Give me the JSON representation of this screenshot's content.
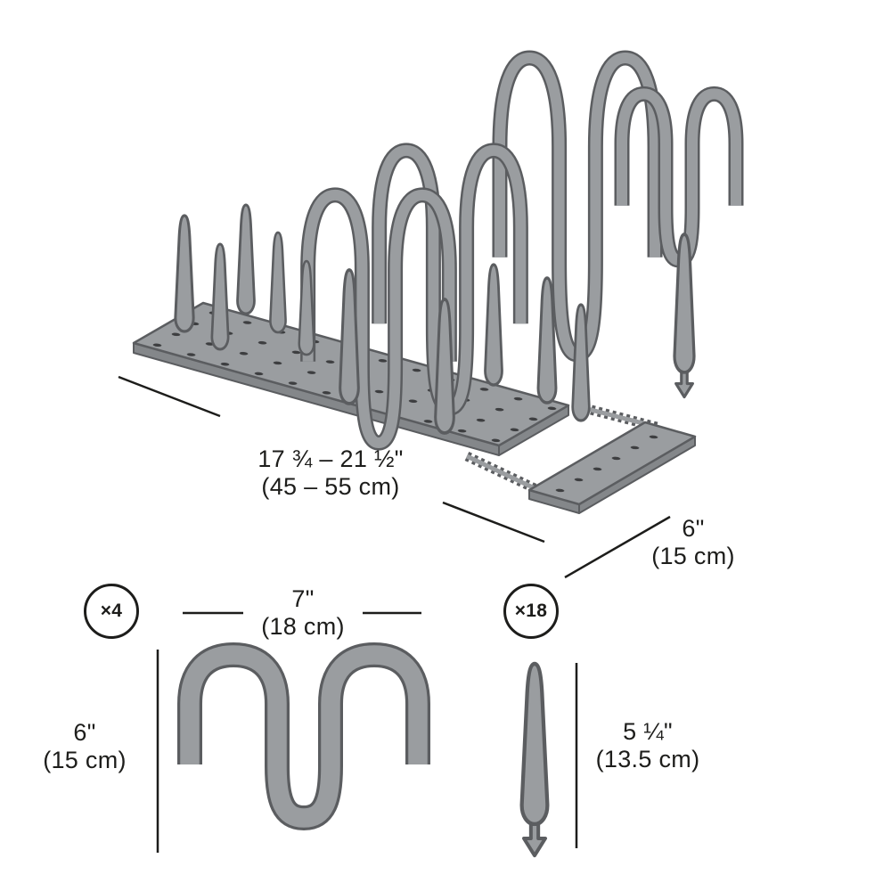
{
  "colors": {
    "background": "#ffffff",
    "text": "#1d1d1b",
    "part_fill": "#9a9da0",
    "part_stroke": "#5b5d60",
    "part_shadow": "#84878a",
    "hole": "#3d3e40"
  },
  "main_diagram": {
    "length_in": "17 ¾ – 21 ½\"",
    "length_cm": "(45 – 55 cm)",
    "width_in": "6\"",
    "width_cm": "(15 cm)"
  },
  "divider_detail": {
    "count": "×4",
    "width_in": "7\"",
    "width_cm": "(18 cm)",
    "height_in": "6\"",
    "height_cm": "(15 cm)"
  },
  "pin_detail": {
    "count": "×18",
    "height_in": "5 ¼\"",
    "height_cm": "(13.5 cm)"
  }
}
